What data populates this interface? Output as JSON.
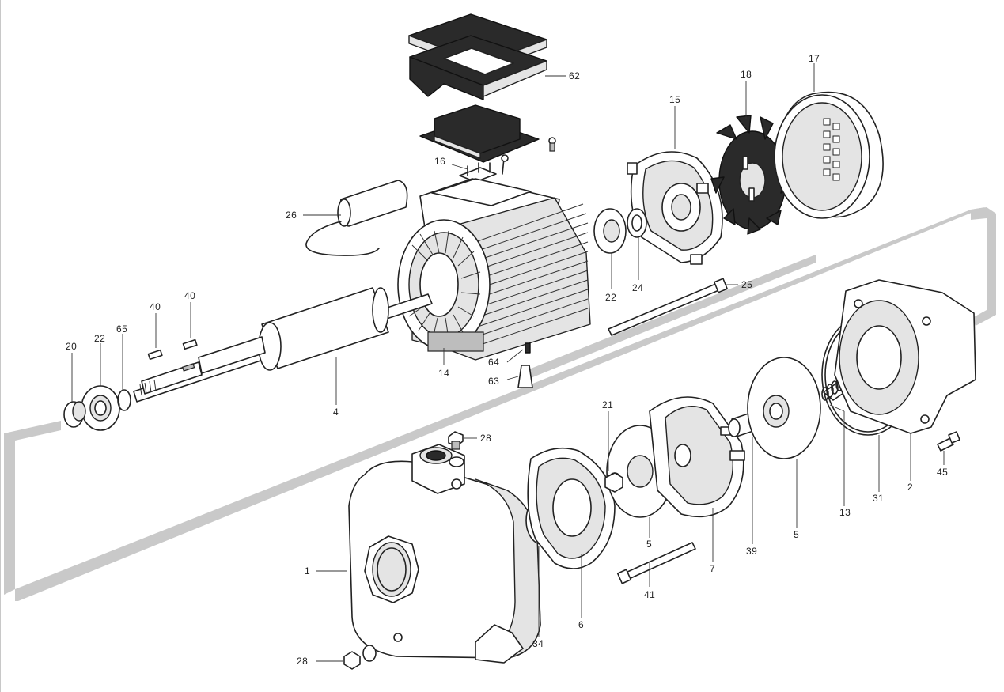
{
  "diagram": {
    "callouts": [
      {
        "id": "c62",
        "text": "62"
      },
      {
        "id": "c17",
        "text": "17"
      },
      {
        "id": "c16",
        "text": "16"
      },
      {
        "id": "c15",
        "text": "15"
      },
      {
        "id": "c18",
        "text": "18"
      },
      {
        "id": "c26",
        "text": "26"
      },
      {
        "id": "c22a",
        "text": "22"
      },
      {
        "id": "c24",
        "text": "24"
      },
      {
        "id": "c25",
        "text": "25"
      },
      {
        "id": "c40a",
        "text": "40"
      },
      {
        "id": "c40b",
        "text": "40"
      },
      {
        "id": "c20",
        "text": "20"
      },
      {
        "id": "c22b",
        "text": "22"
      },
      {
        "id": "c65",
        "text": "65"
      },
      {
        "id": "c4",
        "text": "4"
      },
      {
        "id": "c14",
        "text": "14"
      },
      {
        "id": "c64",
        "text": "64"
      },
      {
        "id": "c63",
        "text": "63"
      },
      {
        "id": "c21",
        "text": "21"
      },
      {
        "id": "c28a",
        "text": "28"
      },
      {
        "id": "c5a",
        "text": "5"
      },
      {
        "id": "c5b",
        "text": "5"
      },
      {
        "id": "c13",
        "text": "13"
      },
      {
        "id": "c31",
        "text": "31"
      },
      {
        "id": "c2",
        "text": "2"
      },
      {
        "id": "c45",
        "text": "45"
      },
      {
        "id": "c39",
        "text": "39"
      },
      {
        "id": "c7",
        "text": "7"
      },
      {
        "id": "c41",
        "text": "41"
      },
      {
        "id": "c6",
        "text": "6"
      },
      {
        "id": "c34",
        "text": "34"
      },
      {
        "id": "c1",
        "text": "1"
      },
      {
        "id": "c28b",
        "text": "28"
      }
    ]
  }
}
